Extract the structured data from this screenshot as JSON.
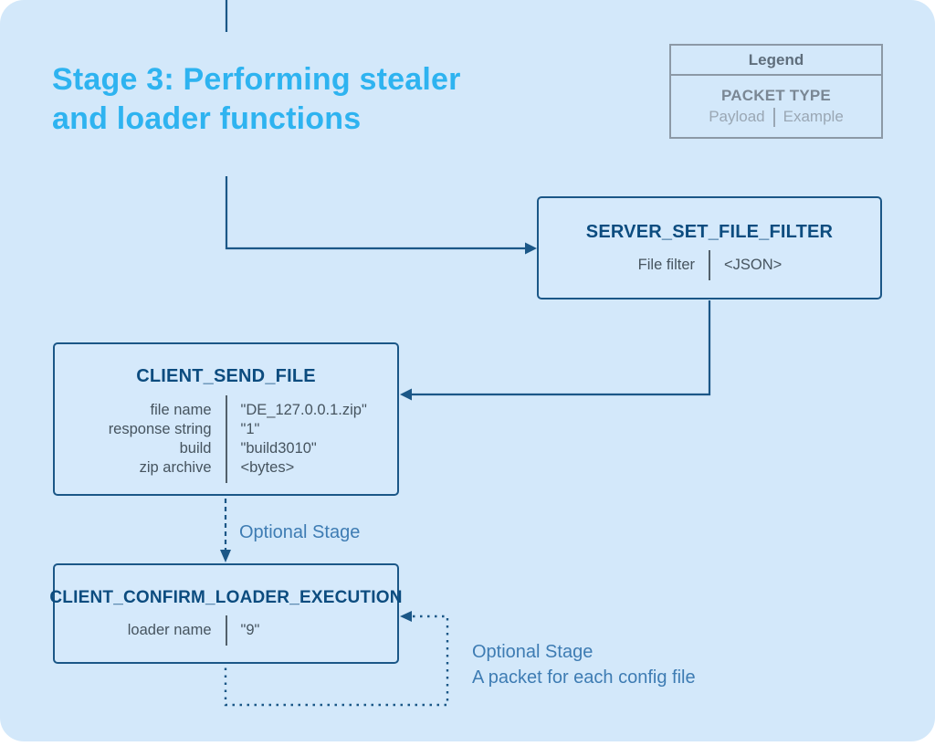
{
  "colors": {
    "canvas_background": "#d3e8fa",
    "outer_background": "#ffffff",
    "accent_cyan": "#2eb3f0",
    "line_navy": "#1b5787",
    "packet_title_navy": "#0c4c7f",
    "field_text_gray": "#46545f",
    "annotation_blue": "#3e7cb3",
    "legend_gray": "#8c99a6"
  },
  "title": {
    "line1": "Stage 3: Performing stealer",
    "line2": "and loader functions"
  },
  "legend": {
    "header": "Legend",
    "packet_type": "PACKET TYPE",
    "payload": "Payload",
    "example": "Example"
  },
  "packets": {
    "server_set_file_filter": {
      "title": "SERVER_SET_FILE_FILTER",
      "fields": [
        {
          "label": "File filter",
          "value": "<JSON>"
        }
      ]
    },
    "client_send_file": {
      "title": "CLIENT_SEND_FILE",
      "fields": [
        {
          "label": "file name",
          "value": "\"DE_127.0.0.1.zip\""
        },
        {
          "label": "response string",
          "value": "\"1\""
        },
        {
          "label": "build",
          "value": "\"build3010\""
        },
        {
          "label": "zip archive",
          "value": "<bytes>"
        }
      ]
    },
    "client_confirm_loader_execution": {
      "title": "CLIENT_CONFIRM_LOADER_EXECUTION",
      "fields": [
        {
          "label": "loader name",
          "value": "\"9\""
        }
      ]
    }
  },
  "annotations": {
    "optional_stage": "Optional Stage",
    "optional_stage_loop_line1": "Optional Stage",
    "optional_stage_loop_line2": "A packet for each config file"
  }
}
